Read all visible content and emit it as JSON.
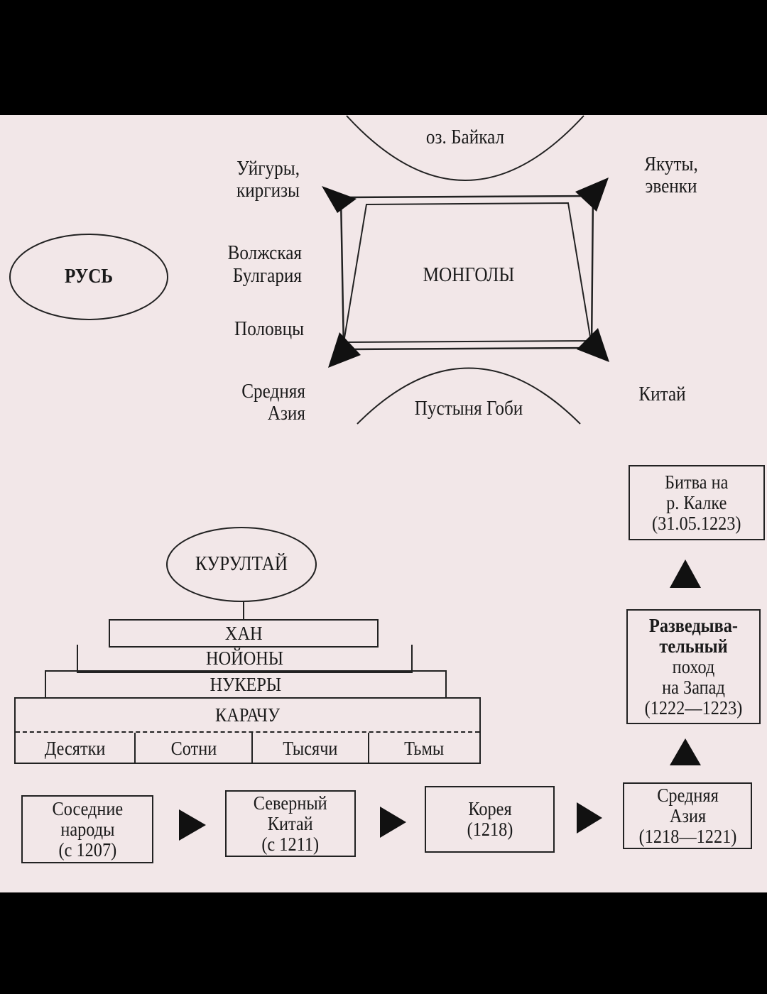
{
  "mongol_map": {
    "north": "оз. Байкал",
    "south": "Пустыня Гоби",
    "center": "МОНГОЛЫ",
    "rus": "РУСЬ",
    "northwest": [
      "Уйгуры,",
      "киргизы"
    ],
    "northeast": [
      "Якуты,",
      "эвенки"
    ],
    "west": [
      "Волжская",
      "Булгария"
    ],
    "west_lower": "Половцы",
    "southwest": [
      "Средняя",
      "Азия"
    ],
    "southeast": "Китай"
  },
  "hierarchy": {
    "top": "КУРУЛТАЙ",
    "levels": [
      "ХАН",
      "НОЙОНЫ",
      "НУКЕРЫ",
      "КАРАЧУ"
    ],
    "units": [
      "Десятки",
      "Сотни",
      "Тысячи",
      "Тьмы"
    ]
  },
  "conquests": [
    {
      "lines": [
        "Соседние",
        "народы",
        "(с 1207)"
      ]
    },
    {
      "lines": [
        "Северный",
        "Китай",
        "(с 1211)"
      ]
    },
    {
      "lines": [
        "Корея",
        "(1218)"
      ]
    },
    {
      "lines": [
        "Средняя",
        "Азия",
        "(1218—1221)"
      ]
    },
    {
      "lines": [
        "Разведыва-",
        "тельный",
        "поход",
        "на Запад",
        "(1222—1223)"
      ]
    },
    {
      "lines": [
        "Битва на",
        "р. Калке",
        "(31.05.1223)"
      ]
    }
  ]
}
